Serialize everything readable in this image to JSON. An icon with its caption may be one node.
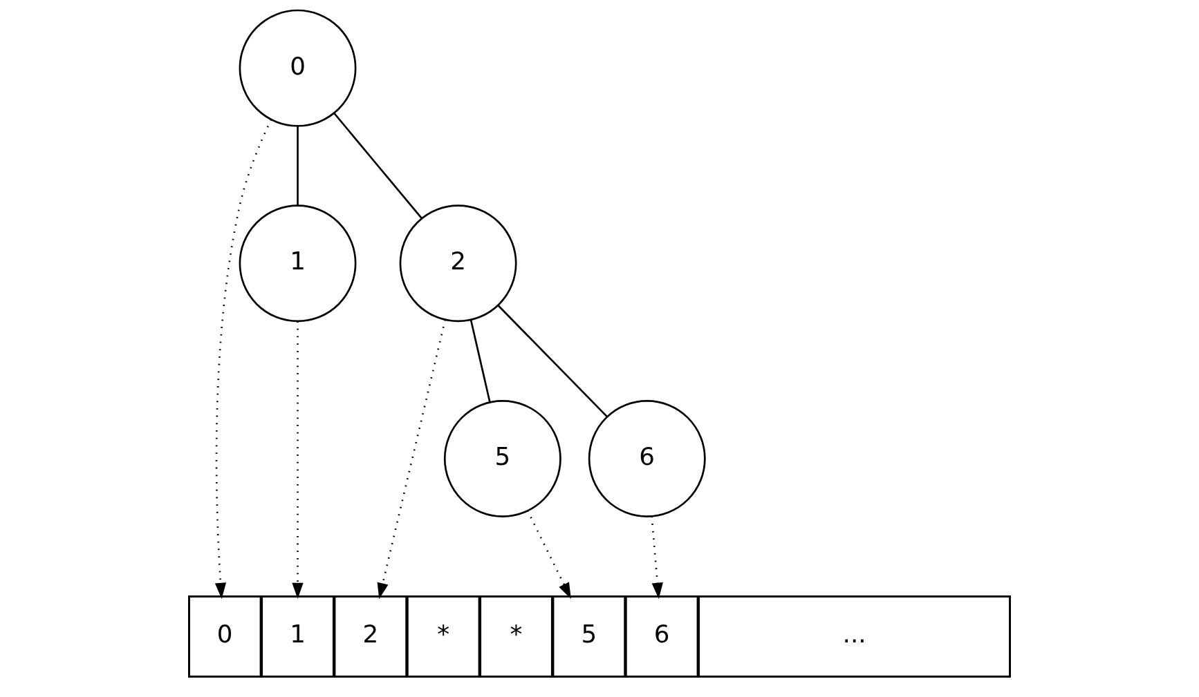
{
  "diagram": {
    "nodes": [
      {
        "text": [
          "0"
        ]
      },
      {
        "text": [
          "1"
        ]
      },
      {
        "text": [
          "2"
        ]
      },
      {
        "text": [
          "5"
        ]
      },
      {
        "text": [
          "6"
        ]
      },
      {
        "text": [],
        "shape": "box"
      },
      {
        "text": [
          "0"
        ],
        "in": 5
      },
      {
        "text": [
          "1"
        ],
        "in": 5
      },
      {
        "text": [
          "2"
        ],
        "in": 5
      },
      {
        "text": [
          "*"
        ],
        "in": 5
      },
      {
        "text": [
          "*"
        ],
        "in": 5
      },
      {
        "text": [
          "5"
        ],
        "in": 5
      },
      {
        "text": [
          "6"
        ],
        "in": 5
      },
      {
        "text": [
          "..."
        ],
        "in": 5
      }
    ],
    "edges": [
      {
        "from": 0,
        "to": 1,
        "arrow": "none"
      },
      {
        "from": 0,
        "to": 2,
        "arrow": "none"
      },
      {
        "from": 2,
        "to": 3,
        "arrow": "none"
      },
      {
        "from": 2,
        "to": 4,
        "arrow": "none"
      },
      {
        "from": 0,
        "to": 6,
        "arrow": "to",
        "style": "dashed"
      },
      {
        "from": 1,
        "to": 7,
        "arrow": "to",
        "style": "dashed"
      },
      {
        "from": 2,
        "to": 8,
        "arrow": "to",
        "style": "dashed"
      },
      {
        "from": 3,
        "to": 11,
        "arrow": "to",
        "style": "dashed"
      },
      {
        "from": 4,
        "to": 12,
        "arrow": "to",
        "style": "dashed"
      }
    ]
  }
}
